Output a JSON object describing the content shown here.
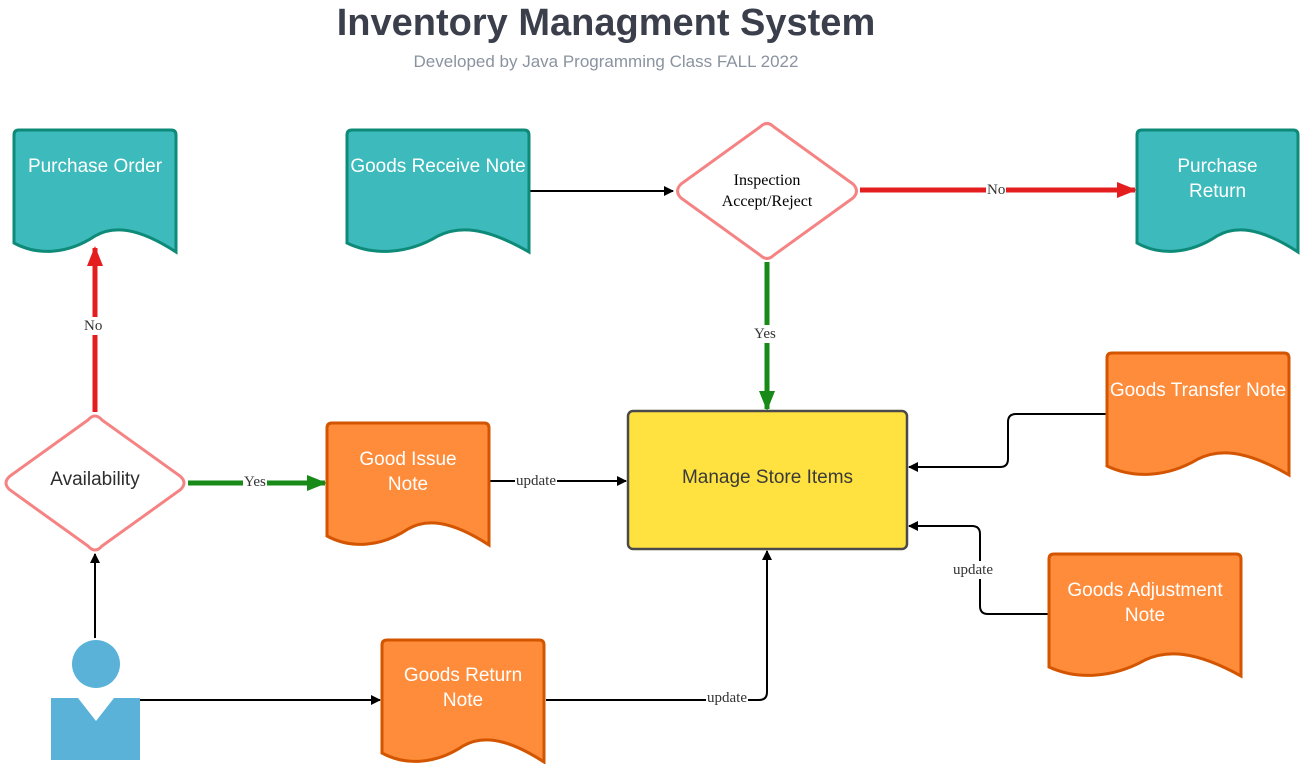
{
  "header": {
    "title": "Inventory Managment System",
    "subtitle": "Developed by Java Programming Class FALL 2022"
  },
  "nodes": {
    "purchase_order": "Purchase Order",
    "goods_receive_note": "Goods Receive Note",
    "inspection": "Inspection Accept/Reject",
    "purchase_return": "Purchase Return",
    "availability": "Availability",
    "good_issue_note": "Good Issue Note",
    "manage_store_items": "Manage Store Items",
    "goods_transfer_note": "Goods Transfer Note",
    "goods_adjustment_note": "Goods Adjustment Note",
    "goods_return_note": "Goods Return Note"
  },
  "edges": {
    "availability_no": "No",
    "inspection_no": "No",
    "inspection_yes": "Yes",
    "availability_yes": "Yes",
    "issue_update": "update",
    "adjustment_update": "update",
    "return_update": "update"
  },
  "colors": {
    "teal_fill": "#3dbabb",
    "teal_stroke": "#0e8a78",
    "orange_fill": "#ff8c3a",
    "orange_stroke": "#d45500",
    "yellow_fill": "#ffe23f",
    "diamond_stroke": "#f58383",
    "red_arrow": "#e41e1e",
    "green_arrow": "#178a17",
    "actor": "#5bb2d9"
  },
  "icons": {
    "actor": "user-icon"
  }
}
